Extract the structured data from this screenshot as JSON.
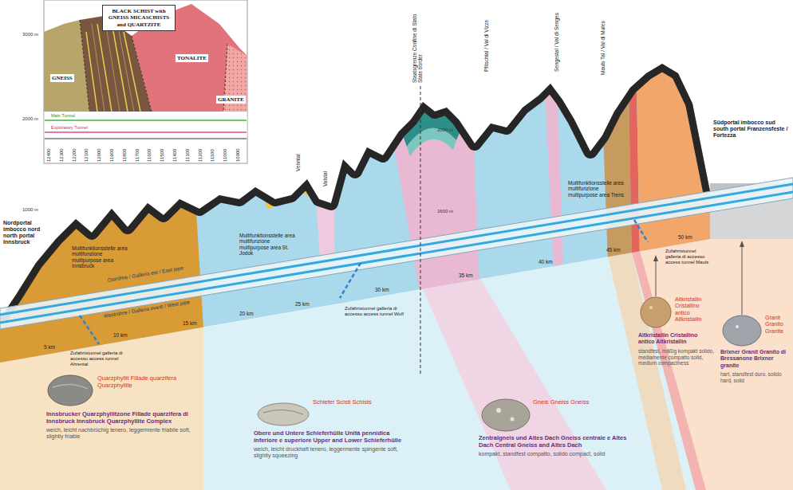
{
  "diagram": {
    "nodes": [
      {
        "text": [
          "BLACK SCHIST with GNEISS MICASCHISTS and QUARTZITE"
        ]
      },
      {
        "text": [
          "Quarzphyllit Fillade quarzifera Quarzphyllite",
          "Innsbrucker Quarzphyllitzone Fillade quarzifera di Innsbruck Innsbruck Quarzphyllite Complex",
          "weich, leicht nachbrüchig tenero, leggermente friabile soft, slightly friable"
        ]
      },
      {
        "text": [
          "Schiefer Scisti Schists",
          "Obere und Untere Schieferhülle Unità pennidica inferiore e superiore Upper and Lower Schieferhülle",
          "weich, leicht druckhaft tenero, leggermente spingente soft, slightly squeezing"
        ]
      },
      {
        "text": [
          "Gneis Gneiss Gneiss",
          "Zentralgneis und Altes Dach Gneiss centrale e Altes Dach Central Gneiss and Altes Dach",
          "kompakt, standfest compatto, solido compact, solid"
        ]
      },
      {
        "text": [
          "Altkristallin Cristallino antico Altkristallin",
          "Altkristallin Cristallino antico Altkristallin",
          "standfest, mäßig kompakt solido, mediamente compatto solid, medium compactness"
        ]
      },
      {
        "text": [
          "Granit Granito Granite",
          "Brixner Granit Granito di Bressanone Brixner granite",
          "hart, standfest duro, solido hard, solid"
        ]
      }
    ],
    "labels": [
      "GNEISS",
      "TONALITE",
      "GRANITE",
      "Main Tunnel",
      "Exploratory Tunnel",
      "12400",
      "12300",
      "12200",
      "12100",
      "12000",
      "11900",
      "11800",
      "11700",
      "11600",
      "11500",
      "11400",
      "11300",
      "11200",
      "11100",
      "11000",
      "10900",
      "3000 m",
      "2000 m",
      "1000 m",
      "Nordportal imbocco nord north portal Innsbruck",
      "Südportal imbocco sud south portal Franzensfeste / Fortezza",
      "Multifunktionsstelle area multifunzione multipurpose area Innsbruck",
      "Multifunktionsstelle area multifunzione multipurpose area St. Jodok",
      "Multifunktionsstelle area multifunzione multipurpose area Trens",
      "Oströhre / Galleria est / East pipe",
      "Weströhre / Galleria ovest / West pipe",
      "5 km",
      "10 km",
      "15 km",
      "20 km",
      "25 km",
      "30 km",
      "35 km",
      "40 km",
      "45 km",
      "50 km",
      "Zufahrtstunnel galleria di accesso access tunnel Ahrental",
      "Zufahrtstunnel galleria di accesso access tunnel Wolf",
      "Zufahrtstunnel galleria di accesso access tunnel Mauls",
      "Venntal",
      "Valstal",
      "Staatsgrenze Confine di Stato State border",
      "Pfitschtal / Val di Vizze",
      "Sengestal / Val di Senges",
      "Mauls Tal / Val di Mules",
      "2000 m",
      "1600 m"
    ]
  }
}
